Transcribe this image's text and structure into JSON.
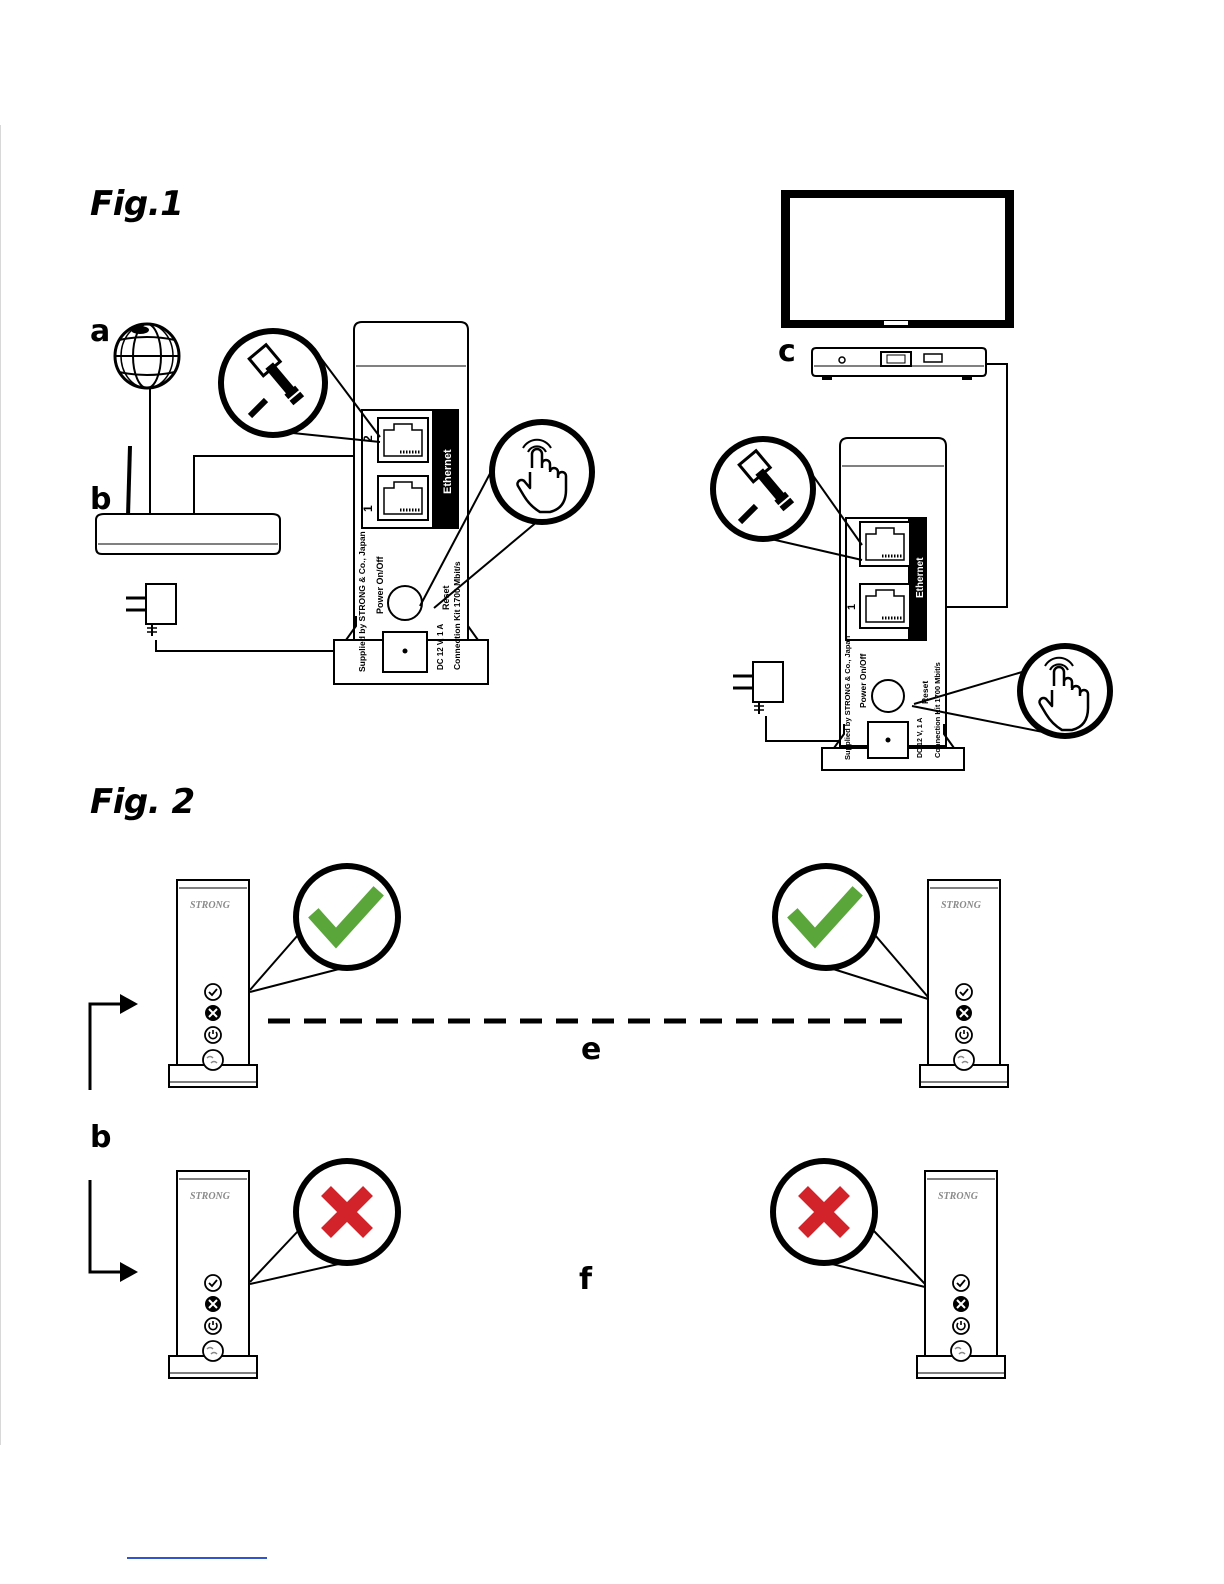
{
  "fig1": {
    "title": "Fig.1",
    "label_a": "a",
    "label_b": "b",
    "label_c": "c",
    "adapter_texts": {
      "port_label": "Ethernet",
      "port_2": "2",
      "port_1": "1",
      "power": "Power On/Off",
      "supplied": "Supplied by STRONG & Co., Japan",
      "rating": "DC 12 V, 1 A",
      "reset": "Reset",
      "kit": "Connection Kit 1700 Mbit/s"
    }
  },
  "fig2": {
    "title": "Fig. 2",
    "label_b": "b",
    "label_e": "e",
    "label_f": "f",
    "brand": "STRONG",
    "ok_color": "#5aa63a",
    "error_color": "#d2232a"
  }
}
